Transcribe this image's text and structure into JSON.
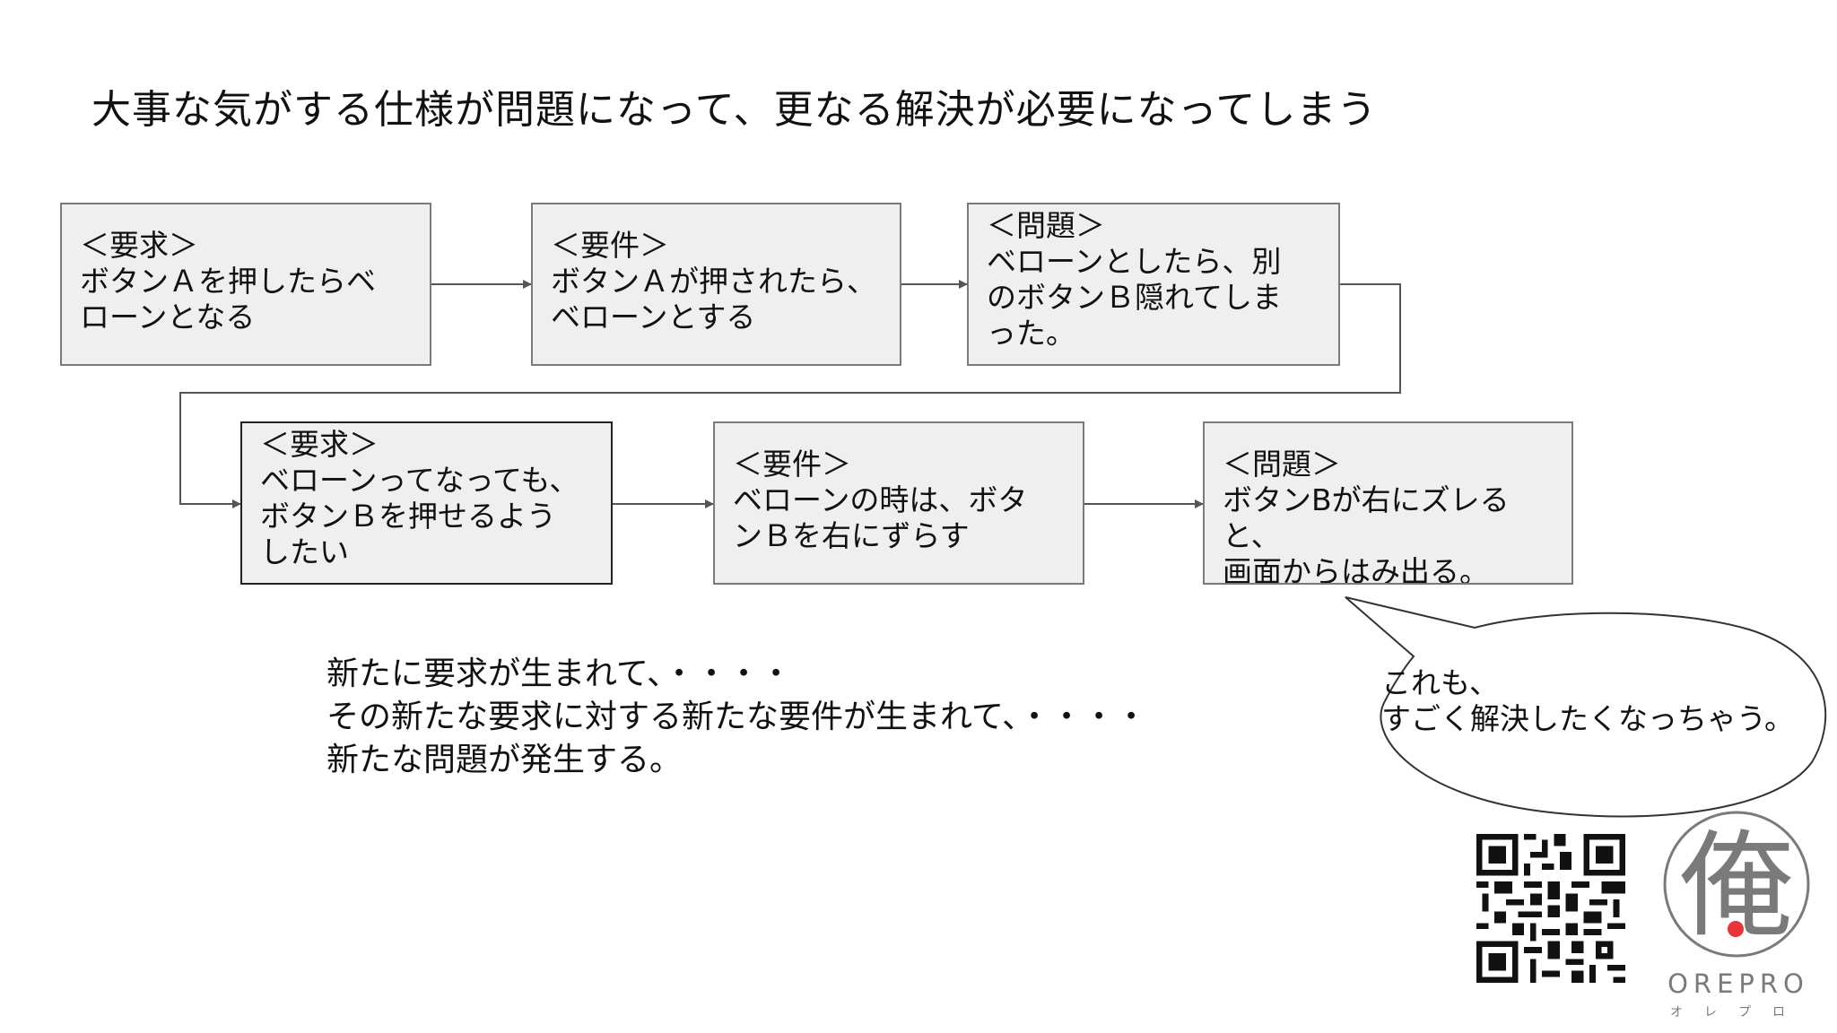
{
  "slide": {
    "title": "大事な気がする仕様が問題になって、更なる解決が必要になってしまう"
  },
  "flow": {
    "row1": [
      {
        "head": "＜要求＞",
        "body": "ボタンＡを押したらベ\nローンとなる"
      },
      {
        "head": "＜要件＞",
        "body": "ボタンＡが押されたら、\nベローンとする"
      },
      {
        "head": "＜問題＞",
        "body": "ベローンとしたら、別\nのボタンＢ隠れてしま\nった。"
      }
    ],
    "row2": [
      {
        "head": "＜要求＞",
        "body": "ベローンってなっても、\nボタンＢを押せるよう\nしたい"
      },
      {
        "head": "＜要件＞",
        "body": "ベローンの時は、ボタ\nンＢを右にずらす"
      },
      {
        "head": "＜問題＞",
        "body": "ボタンBが右にズレると、\n画面からはみ出る。"
      }
    ]
  },
  "footnote": {
    "line1": "新たに要求が生まれて、・・・・",
    "line2": "その新たな要求に対する新たな要件が生まれて、・・・・",
    "line3": "新たな問題が発生する。"
  },
  "bubble": {
    "line1": "これも、",
    "line2": "すごく解決したくなっちゃう。"
  },
  "logo": {
    "kanji": "俺",
    "word": "OREPRO",
    "kana": "オレプロ",
    "accent_color": "#e8343a",
    "gray_color": "#7a7a7a"
  },
  "qr_code": {
    "icon": "qr-code-icon"
  }
}
